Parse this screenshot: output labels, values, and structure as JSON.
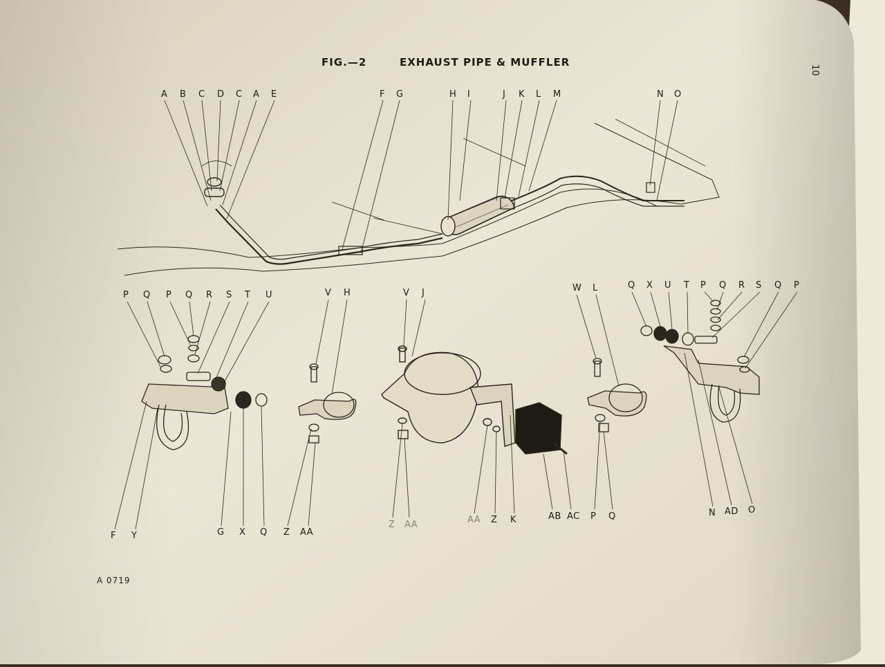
{
  "figure": {
    "number": "FIG.—2",
    "title": "EXHAUST PIPE & MUFFLER",
    "page_number": "10",
    "drawing_code": "A 0719"
  },
  "callouts_top": [
    "A",
    "B",
    "C",
    "D",
    "C",
    "A",
    "E",
    "F",
    "G",
    "H",
    "I",
    "J",
    "K",
    "L",
    "M",
    "N",
    "O"
  ],
  "group1": {
    "top": [
      "P",
      "Q",
      "P",
      "Q",
      "R",
      "S",
      "T",
      "U"
    ],
    "bottom": [
      "F",
      "Y",
      "G",
      "X",
      "Q"
    ]
  },
  "group2": {
    "top": [
      "V",
      "H"
    ],
    "bottom": [
      "Z",
      "AA"
    ]
  },
  "group3": {
    "top": [
      "V",
      "J"
    ],
    "bottom": [
      "Z",
      "AA",
      "AA",
      "Z",
      "K",
      "AB",
      "AC"
    ]
  },
  "group4": {
    "top": [
      "W",
      "L"
    ],
    "bottom": [
      "P",
      "Q"
    ]
  },
  "group5": {
    "top": [
      "Q",
      "X",
      "U",
      "T",
      "P",
      "Q",
      "R",
      "S",
      "Q",
      "P"
    ],
    "bottom": [
      "N",
      "AD",
      "O"
    ]
  },
  "colors": {
    "paper": "#ebe5d4",
    "ink": "#1e1a14",
    "background": "#3a2f22"
  }
}
